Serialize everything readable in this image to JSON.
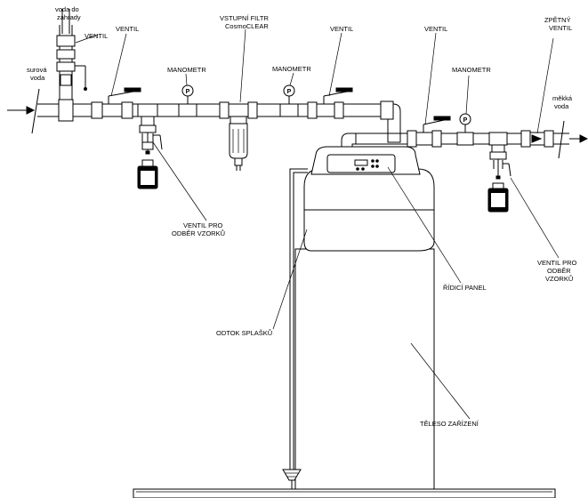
{
  "labels": {
    "garden_water": [
      "voda do",
      "zahrady"
    ],
    "raw_water": [
      "surová",
      "voda"
    ],
    "soft_water": [
      "měkká",
      "voda"
    ],
    "valve_small": "VENTIL",
    "valve_1": "VENTIL",
    "valve_2": "VENTIL",
    "valve_3": "VENTIL",
    "manometer_1": "MANOMETR",
    "manometer_2": "MANOMETR",
    "manometer_3": "MANOMETR",
    "filter": [
      "VSTUPNÍ FILTR",
      "CosmoCLEAR"
    ],
    "check_valve": [
      "ZPĚTNÝ",
      "VENTIL"
    ],
    "sample_valve_left": [
      "VENTIL PRO",
      "ODBĚR VZORKŮ"
    ],
    "sample_valve_right": [
      "VENTIL PRO",
      "ODBĚR",
      "VZORKŮ"
    ],
    "control_panel": "ŘÍDICÍ PANEL",
    "drain": "ODTOK SPLAŠKŮ",
    "body": "TĚLESO ZAŘÍZENÍ",
    "gauge_symbol": "P"
  }
}
